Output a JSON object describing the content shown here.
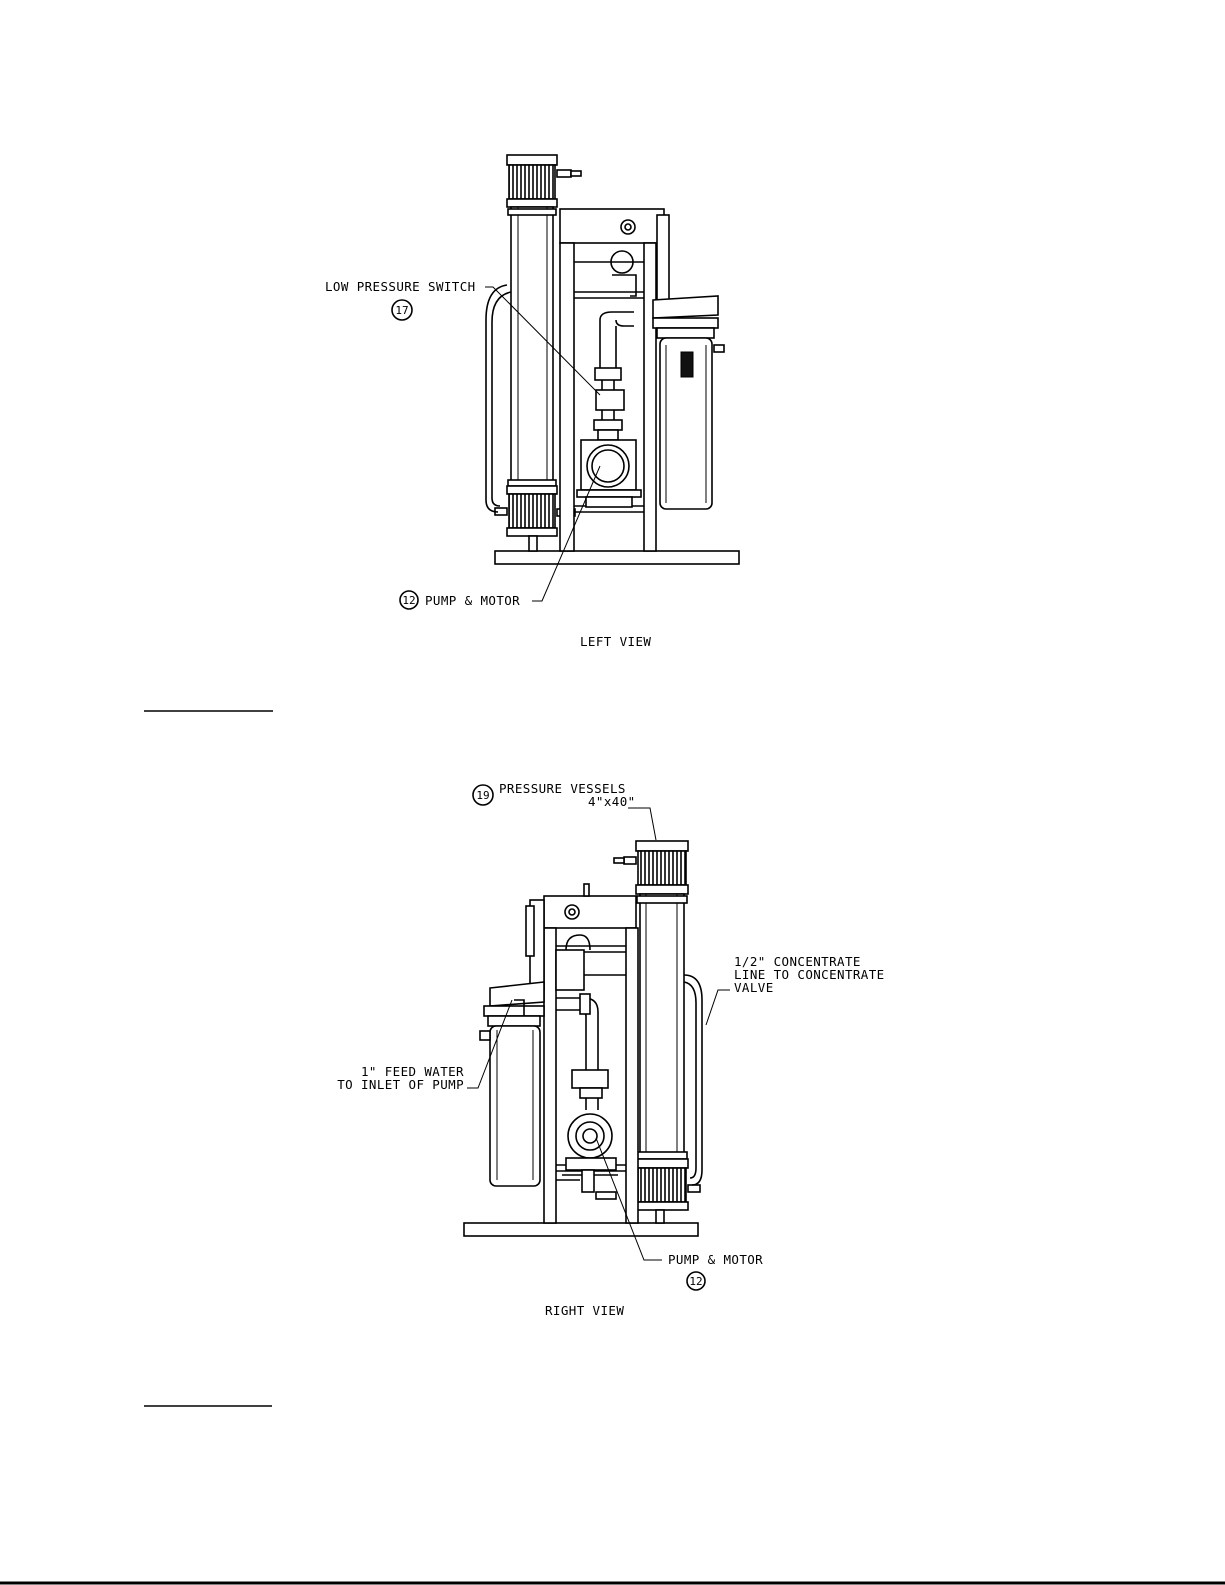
{
  "left_view": {
    "caption": "LEFT VIEW",
    "callout_low_pressure_switch": {
      "label": "LOW PRESSURE SWITCH",
      "number": "17"
    },
    "callout_pump_motor": {
      "label": "PUMP & MOTOR",
      "number": "12"
    }
  },
  "right_view": {
    "caption": "RIGHT VIEW",
    "callout_pressure_vessels": {
      "label": "PRESSURE VESSELS",
      "size": "4\"x40\"",
      "number": "19"
    },
    "callout_concentrate_line": {
      "line1": "1/2\" CONCENTRATE",
      "line2": "LINE TO CONCENTRATE",
      "line3": "VALVE"
    },
    "callout_feed_water": {
      "line1": "1\" FEED WATER",
      "line2": "TO INLET OF PUMP"
    },
    "callout_pump_motor": {
      "label": "PUMP & MOTOR",
      "number": "12"
    }
  }
}
